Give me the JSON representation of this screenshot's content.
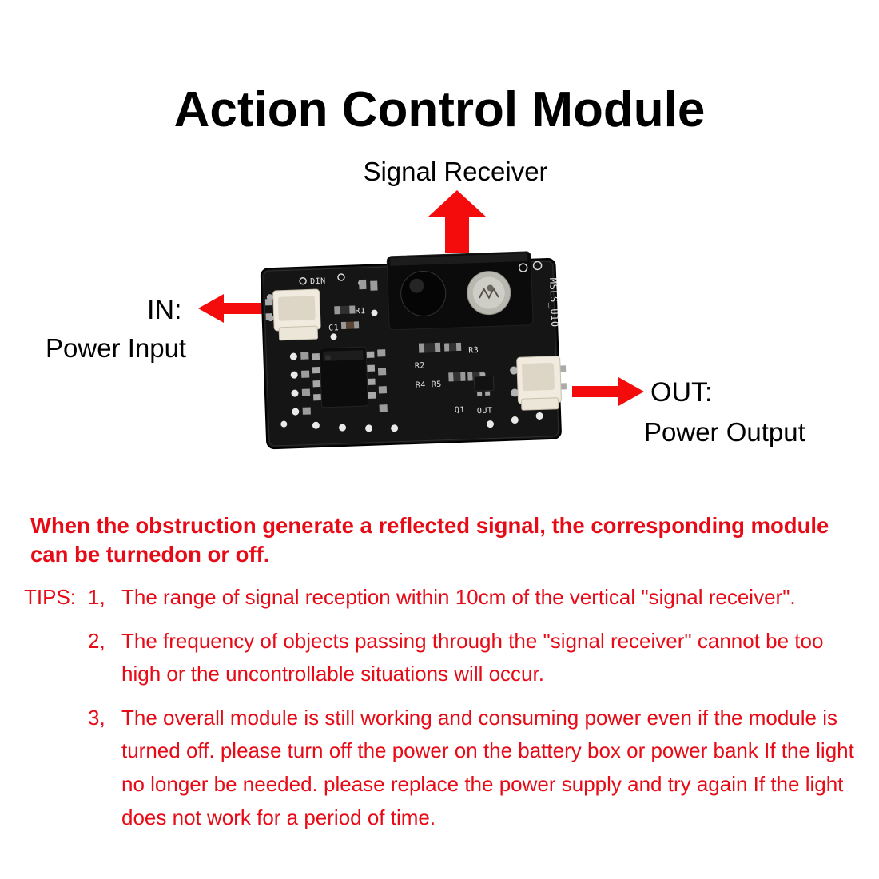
{
  "title": "Action Control Module",
  "annotations": {
    "signal_receiver": "Signal Receiver",
    "in_short": "IN:",
    "in_full": "Power Input",
    "out_short": "OUT:",
    "out_full": "Power Output"
  },
  "pcb": {
    "silkscreen": {
      "din": "DIN",
      "r1": "R1",
      "c1": "C1",
      "r2": "R2",
      "r3": "R3",
      "r4": "R4",
      "r5": "R5",
      "q1": "Q1",
      "out": "OUT",
      "model": "MSLS_U10"
    }
  },
  "warning": "When the obstruction generate a reflected signal, the corresponding module can be turnedon or off.",
  "tips": {
    "label": "TIPS:",
    "items": [
      {
        "num": "1、",
        "text": "The range of signal reception within 10cm of the vertical \"signal receiver\"."
      },
      {
        "num": "2、",
        "text": "The frequency of objects passing through the \"signal receiver\" cannot be too high or the uncontrollable situations will occur."
      },
      {
        "num": "3、",
        "text": "The overall module is still working and consuming power even if the module is turned off. please turn off the power on the battery box or power bank If the light no longer be needed. please replace the power supply and try again If the light does not work for a period of time."
      }
    ]
  },
  "colors": {
    "arrow_red": "#f40b0b",
    "text_red": "#e60b17",
    "title_color": "#000000"
  }
}
